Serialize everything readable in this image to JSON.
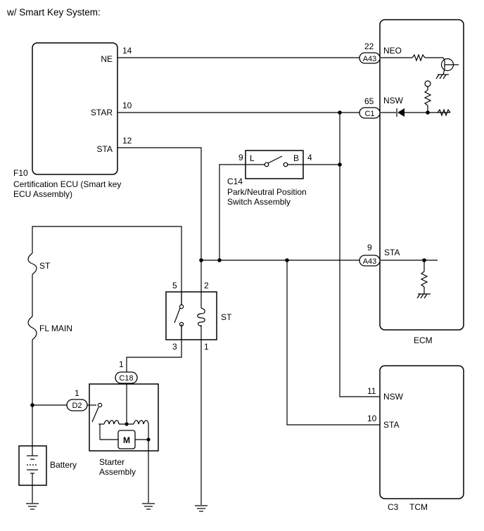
{
  "title": "w/ Smart Key System:",
  "cert_ecu": {
    "code": "F10",
    "name_line1": "Certification ECU (Smart key",
    "name_line2": "ECU Assembly)",
    "terminals": {
      "ne": "NE",
      "star": "STAR",
      "sta": "STA"
    },
    "pins": {
      "ne": "14",
      "star": "10",
      "sta": "12"
    }
  },
  "ecm": {
    "name": "ECM",
    "terminals": {
      "neo": "NEO",
      "nsw": "NSW",
      "sta": "STA"
    },
    "pins": {
      "neo": "22",
      "nsw": "65",
      "sta": "9"
    },
    "connectors": {
      "neo": "A43",
      "nsw": "C1",
      "sta": "A43"
    }
  },
  "pnp_switch": {
    "code": "C14",
    "name_line1": "Park/Neutral Position",
    "name_line2": "Switch Assembly",
    "pin_l": "9",
    "pin_b": "4",
    "label_l": "L",
    "label_b": "B"
  },
  "st_relay": {
    "name": "ST",
    "pins": {
      "p5": "5",
      "p2": "2",
      "p3": "3",
      "p1": "1"
    }
  },
  "fuses": {
    "st": "ST",
    "fl_main": "FL MAIN"
  },
  "battery": {
    "name": "Battery"
  },
  "starter": {
    "name_line1": "Starter",
    "name_line2": "Assembly",
    "motor": "M",
    "conn_top": "C18",
    "pin_top": "1",
    "conn_side": "D2",
    "pin_side": "1"
  },
  "tcm": {
    "code": "C3",
    "name": "TCM",
    "terminals": {
      "nsw": "NSW",
      "sta": "STA"
    },
    "pins": {
      "nsw": "11",
      "sta": "10"
    }
  }
}
